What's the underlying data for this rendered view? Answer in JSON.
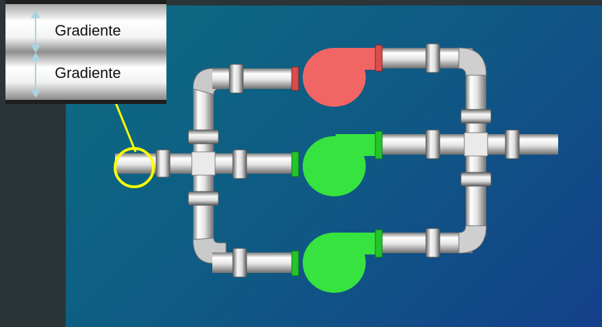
{
  "legend": {
    "label_top": "Gradiente",
    "label_bottom": "Gradiente"
  },
  "colors": {
    "pump_red": "#f26565",
    "pump_green": "#37e33e",
    "pipe_light": "#f4f4f4",
    "pipe_dark": "#7d7d7d",
    "highlight": "#ffff00",
    "arrow": "#a9d3e3"
  },
  "pumps": [
    {
      "name": "top",
      "status": "red"
    },
    {
      "name": "middle",
      "status": "green"
    },
    {
      "name": "bottom",
      "status": "green"
    }
  ]
}
